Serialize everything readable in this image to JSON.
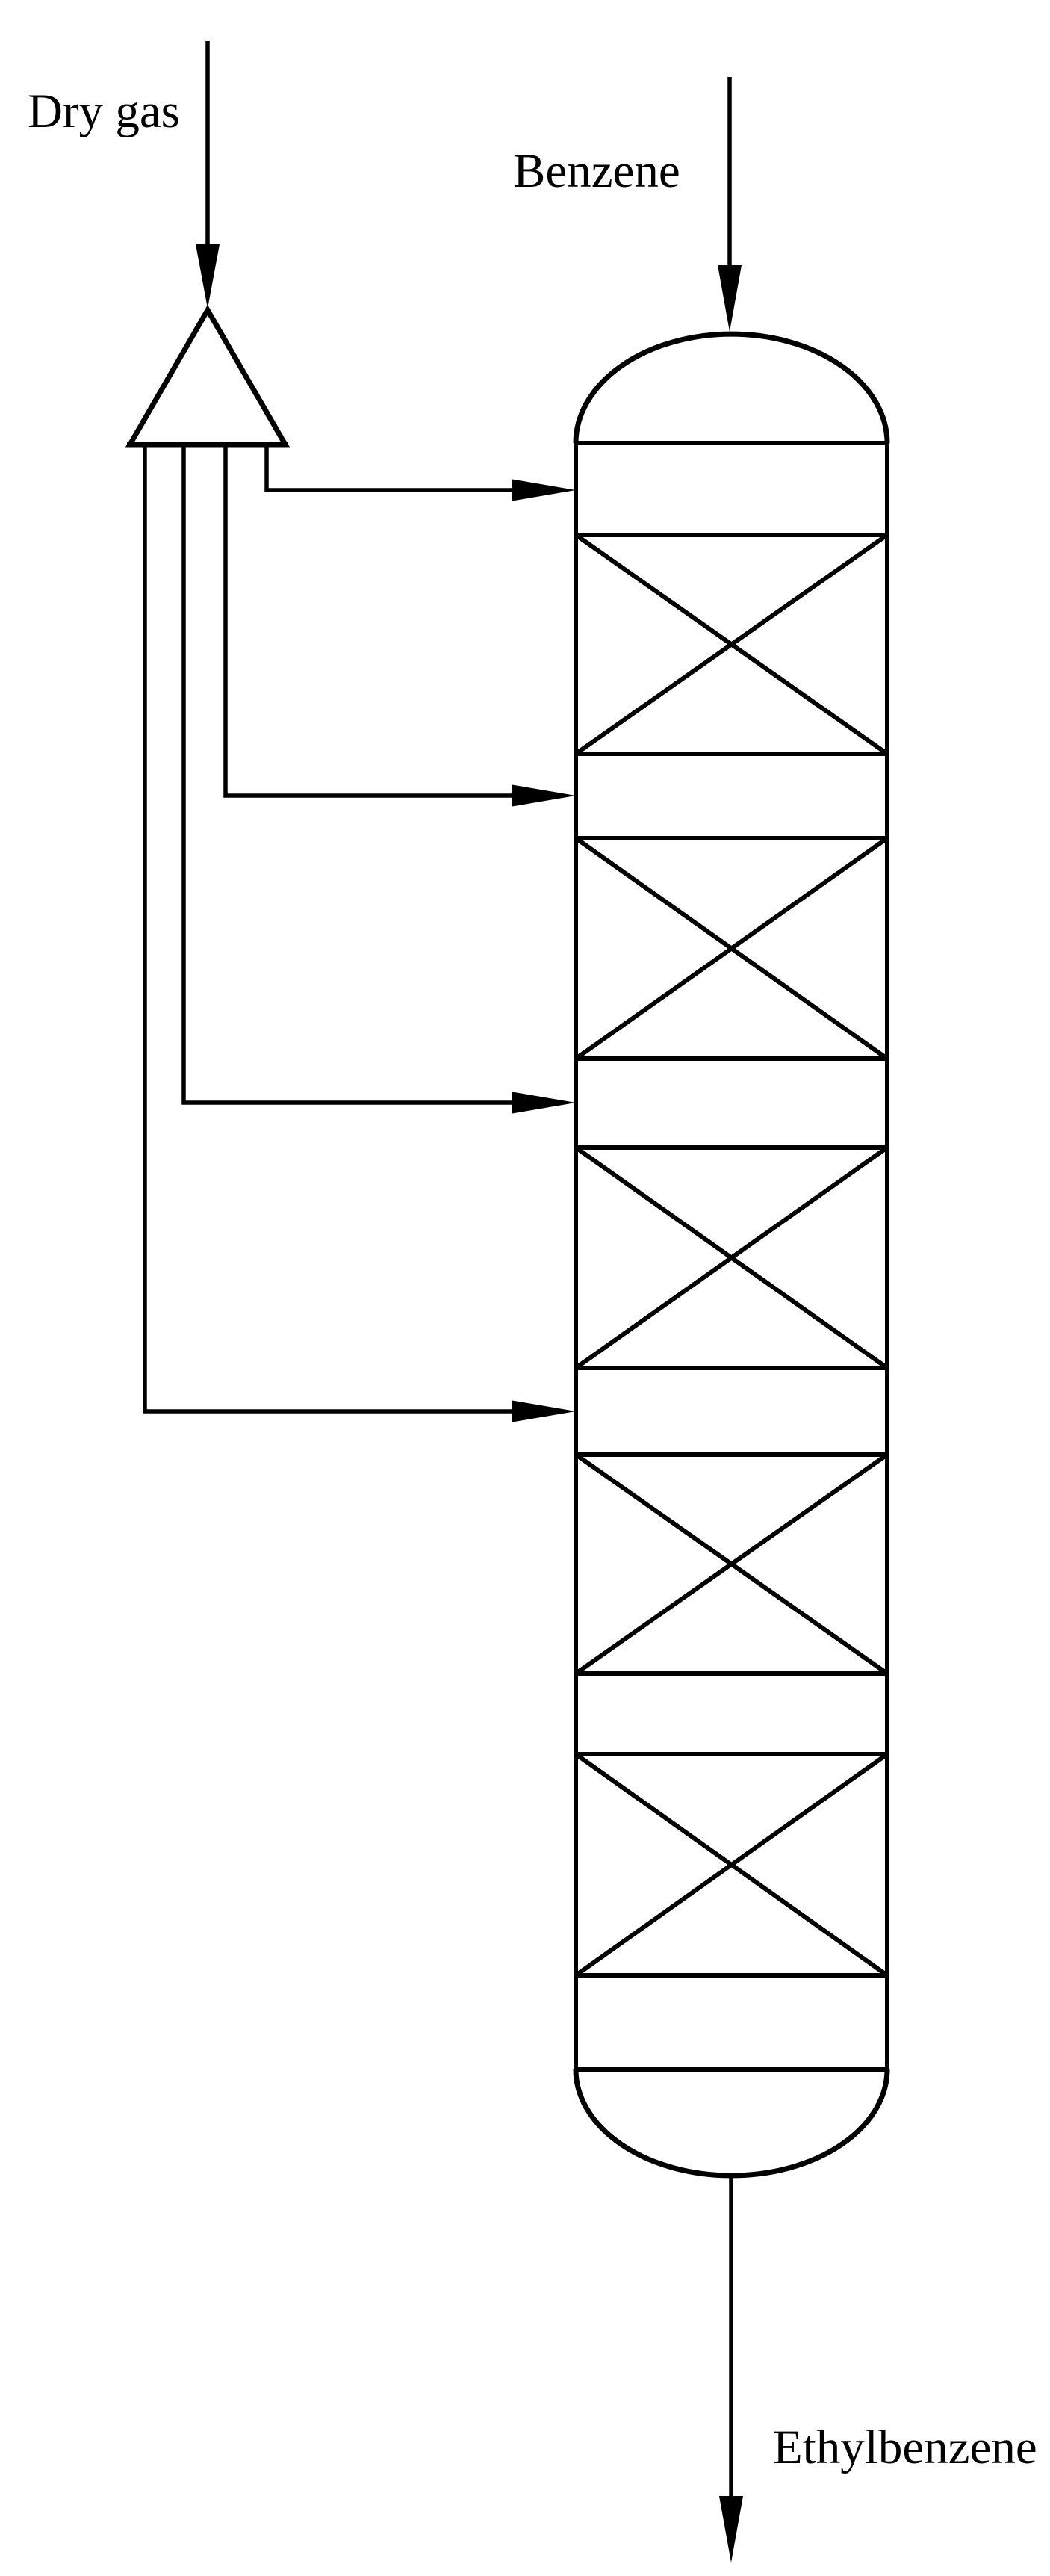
{
  "diagram": {
    "type": "process-flow-diagram",
    "labels": {
      "dry_gas": "Dry gas",
      "benzene": "Benzene",
      "ethylbenzene": "Ethylbenzene"
    },
    "colors": {
      "line": "#000000",
      "background": "#ffffff"
    },
    "structure": {
      "packed_bed_sections": 5,
      "distributor_feed_arrows": 4,
      "column_top_feed": "Benzene",
      "distributor_feed": "Dry gas",
      "bottom_product": "Ethylbenzene"
    }
  }
}
